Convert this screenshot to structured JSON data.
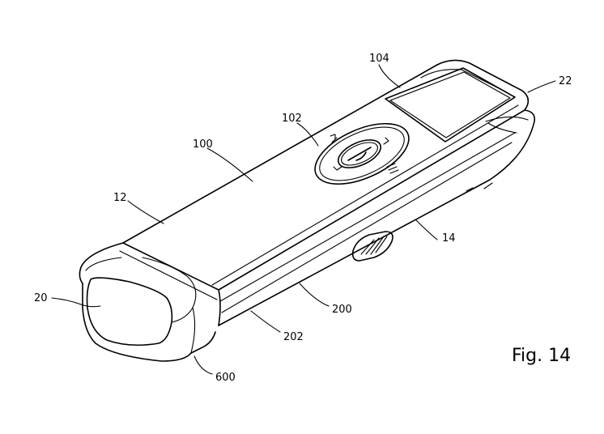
{
  "figure_label": "Fig. 14",
  "reference_labels": {
    "r100": "100",
    "r102": "102",
    "r104": "104",
    "r22": "22",
    "r12": "12",
    "r14": "14",
    "r20": "20",
    "r200": "200",
    "r202": "202",
    "r600": "600"
  }
}
